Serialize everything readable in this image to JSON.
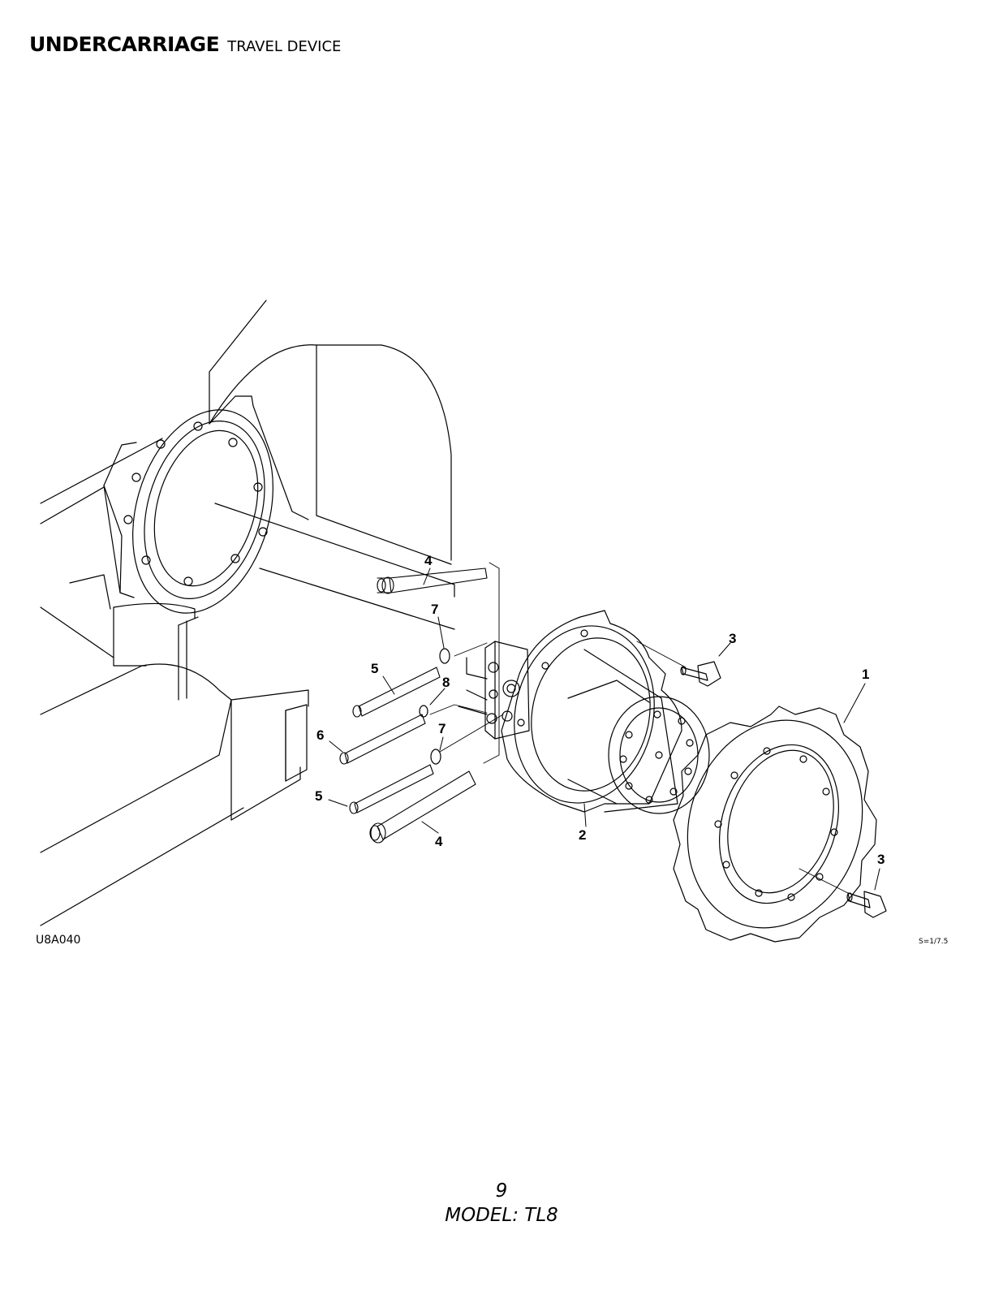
{
  "header": {
    "section": "UNDERCARRIAGE",
    "subsection": "TRAVEL DEVICE"
  },
  "figure": {
    "code": "U8A040",
    "scale": "S=1/7.5"
  },
  "callouts": {
    "c1": "1",
    "c2": "2",
    "c3a": "3",
    "c3b": "3",
    "c4a": "4",
    "c4b": "4",
    "c5a": "5",
    "c5b": "5",
    "c6": "6",
    "c7a": "7",
    "c7b": "7",
    "c8": "8"
  },
  "footer": {
    "page": "9",
    "model": "MODEL: TL8"
  }
}
